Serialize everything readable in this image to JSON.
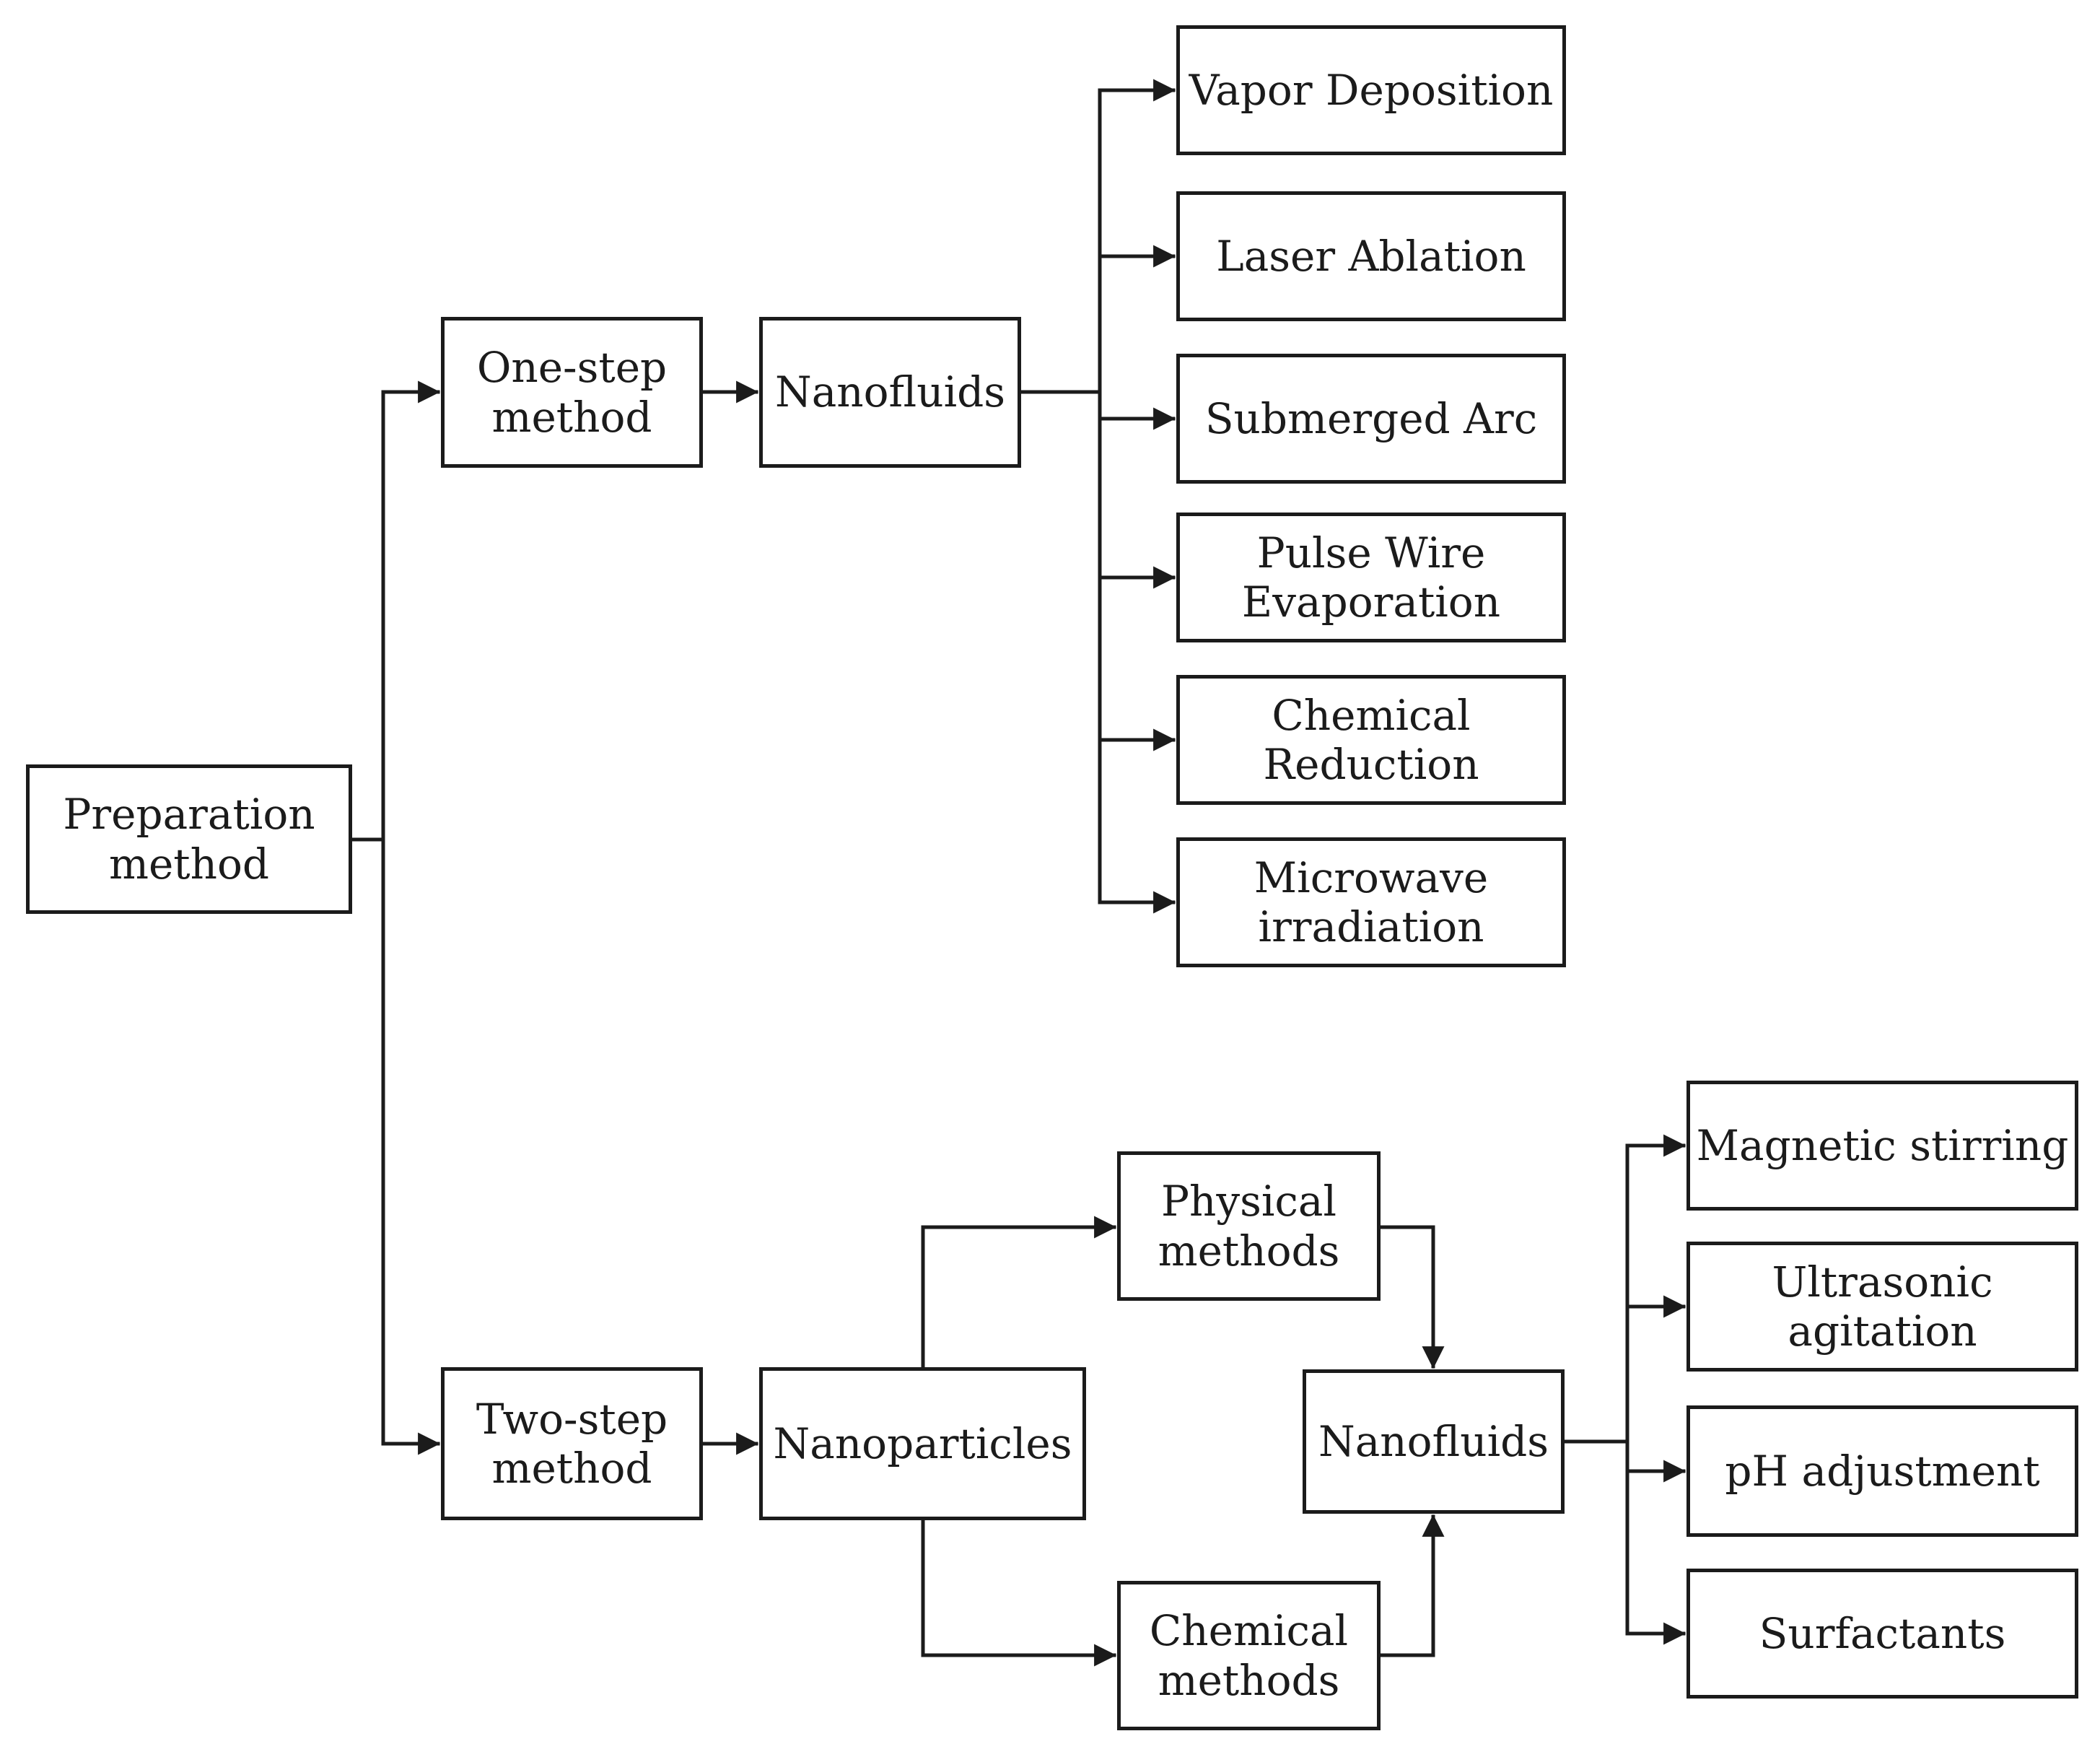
{
  "diagram": {
    "type": "flowchart",
    "colors": {
      "background": "#ffffff",
      "line": "#1b1b1b",
      "box_border": "#1b1b1b",
      "box_fill": "#ffffff",
      "text": "#1b1b1b"
    },
    "nodes": {
      "preparation": {
        "label": "Preparation method"
      },
      "one_step": {
        "label": "One-step method"
      },
      "nanofluids_top": {
        "label": "Nanofluids"
      },
      "vapor": {
        "label": "Vapor Deposition"
      },
      "laser": {
        "label": "Laser Ablation"
      },
      "submerged": {
        "label": "Submerged Arc"
      },
      "pulse": {
        "label": "Pulse Wire Evaporation"
      },
      "chemical_reduction": {
        "label": "Chemical Reduction"
      },
      "microwave": {
        "label": "Microwave irradiation"
      },
      "two_step": {
        "label": "Two-step method"
      },
      "nanoparticles": {
        "label": "Nanoparticles"
      },
      "physical_methods": {
        "label": "Physical methods"
      },
      "chemical_methods": {
        "label": "Chemical methods"
      },
      "nanofluids_bottom": {
        "label": "Nanofluids"
      },
      "magnetic": {
        "label": "Magnetic stirring"
      },
      "ultrasonic": {
        "label": "Ultrasonic agitation"
      },
      "ph": {
        "label": "pH adjustment"
      },
      "surfactants": {
        "label": "Surfactants"
      }
    },
    "edges": [
      {
        "from": "preparation",
        "to": "one_step"
      },
      {
        "from": "preparation",
        "to": "two_step"
      },
      {
        "from": "one_step",
        "to": "nanofluids_top"
      },
      {
        "from": "nanofluids_top",
        "to": "vapor"
      },
      {
        "from": "nanofluids_top",
        "to": "laser"
      },
      {
        "from": "nanofluids_top",
        "to": "submerged"
      },
      {
        "from": "nanofluids_top",
        "to": "pulse"
      },
      {
        "from": "nanofluids_top",
        "to": "chemical_reduction"
      },
      {
        "from": "nanofluids_top",
        "to": "microwave"
      },
      {
        "from": "two_step",
        "to": "nanoparticles"
      },
      {
        "from": "nanoparticles",
        "to": "physical_methods"
      },
      {
        "from": "nanoparticles",
        "to": "chemical_methods"
      },
      {
        "from": "physical_methods",
        "to": "nanofluids_bottom"
      },
      {
        "from": "chemical_methods",
        "to": "nanofluids_bottom"
      },
      {
        "from": "nanofluids_bottom",
        "to": "magnetic"
      },
      {
        "from": "nanofluids_bottom",
        "to": "ultrasonic"
      },
      {
        "from": "nanofluids_bottom",
        "to": "ph"
      },
      {
        "from": "nanofluids_bottom",
        "to": "surfactants"
      }
    ]
  }
}
